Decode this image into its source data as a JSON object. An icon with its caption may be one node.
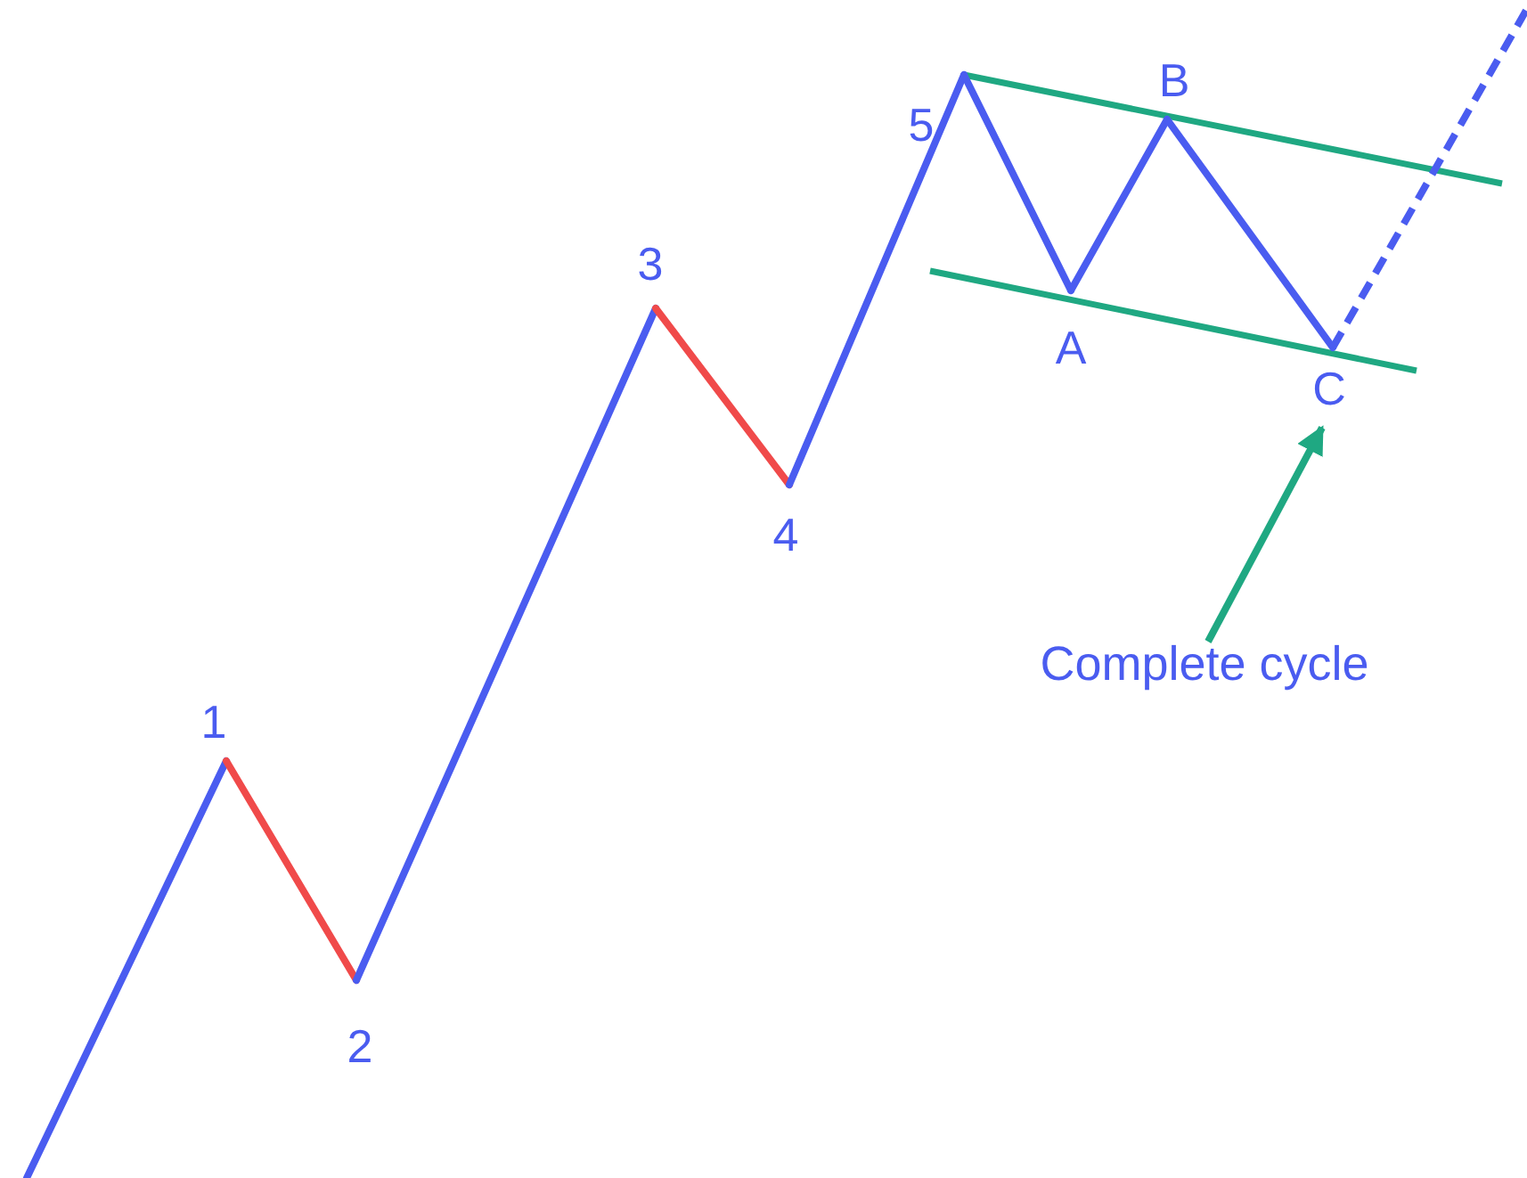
{
  "diagram": {
    "nodes": [
      {
        "text": [
          "C"
        ]
      },
      {
        "text": [
          "Complete cycle"
        ]
      }
    ],
    "edges": [
      {
        "from": 1,
        "to": 0,
        "arrow": "to",
        "color": "#1fa882"
      }
    ],
    "labels": [
      "5",
      "B",
      "3",
      "A",
      "4",
      "1",
      "2"
    ]
  }
}
